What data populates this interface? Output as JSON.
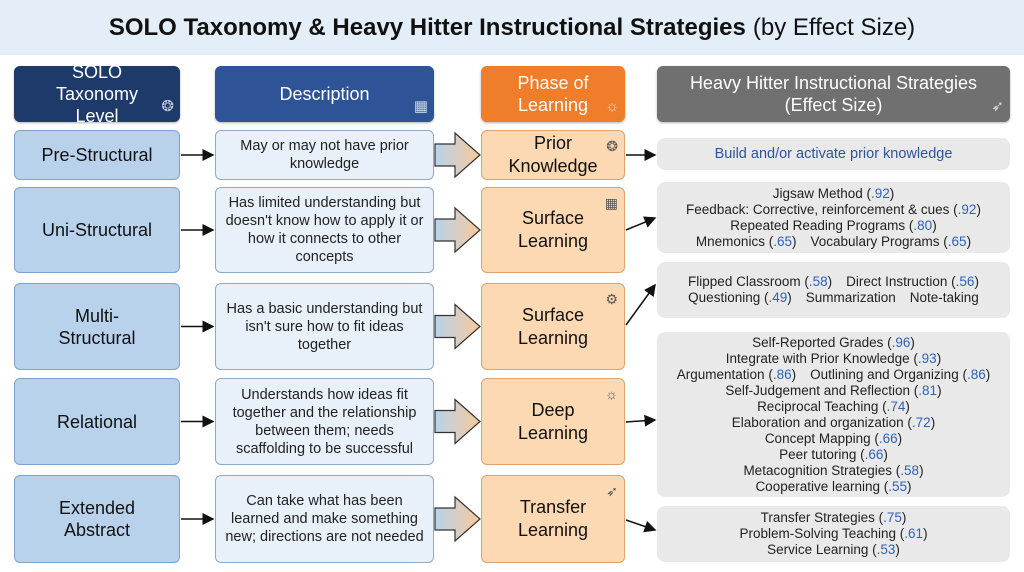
{
  "title": {
    "bold": "SOLO Taxonomy & Heavy Hitter Instructional Strategies",
    "normal": "(by Effect Size)"
  },
  "headers": {
    "level": "SOLO Taxonomy Level",
    "description": "Description",
    "phase": "Phase of Learning",
    "strategies": "Heavy Hitter Instructional Strategies (Effect Size)"
  },
  "rows": [
    {
      "level": "Pre-Structural",
      "description": "May or may not have prior knowledge",
      "phase": "Prior Knowledge",
      "icon": "brain-icon"
    },
    {
      "level": "Uni-Structural",
      "description": "Has limited understanding but doesn't know how to apply it or how it connects to other concepts",
      "phase": "Surface Learning",
      "icon": "puzzle-icon"
    },
    {
      "level": "Multi-Structural",
      "description": "Has a basic understanding but isn't sure how to fit ideas together",
      "phase": "Surface Learning",
      "icon": "gears-icon"
    },
    {
      "level": "Relational",
      "description": "Understands how ideas fit together and the relationship between them; needs scaffolding to be successful",
      "phase": "Deep Learning",
      "icon": "lightbulb-icon"
    },
    {
      "level": "Extended Abstract",
      "description": "Can take what has been learned and make something new; directions are not needed",
      "phase": "Transfer Learning",
      "icon": "rocket-icon"
    }
  ],
  "strategies": [
    {
      "single": "Build and/or activate prior knowledge"
    },
    {
      "lines": [
        [
          {
            "name": "Jigsaw Method (",
            "effect": ".92"
          }
        ],
        [
          {
            "name": "Feedback: Corrective, reinforcement & cues (",
            "effect": ".92"
          }
        ],
        [
          {
            "name": "Repeated Reading Programs (",
            "effect": ".80"
          }
        ],
        [
          {
            "name": "Mnemonics (",
            "effect": ".65"
          },
          {
            "name": "Vocabulary Programs (",
            "effect": ".65"
          }
        ]
      ]
    },
    {
      "lines": [
        [
          {
            "name": "Flipped Classroom (",
            "effect": ".58"
          },
          {
            "name": "Direct Instruction (",
            "effect": ".56"
          }
        ],
        [
          {
            "name": "Questioning (",
            "effect": ".49"
          },
          {
            "name": "Summarization"
          },
          {
            "name": "Note-taking"
          }
        ]
      ]
    },
    {
      "lines": [
        [
          {
            "name": "Self-Reported Grades (",
            "effect": ".96"
          }
        ],
        [
          {
            "name": "Integrate with Prior Knowledge (",
            "effect": ".93"
          }
        ],
        [
          {
            "name": "Argumentation (",
            "effect": ".86"
          },
          {
            "name": "Outlining and Organizing (",
            "effect": ".86"
          }
        ],
        [
          {
            "name": "Self-Judgement and Reflection (",
            "effect": ".81"
          }
        ],
        [
          {
            "name": "Reciprocal Teaching (",
            "effect": ".74"
          }
        ],
        [
          {
            "name": "Elaboration and organization (",
            "effect": ".72"
          }
        ],
        [
          {
            "name": "Concept Mapping (",
            "effect": ".66"
          }
        ],
        [
          {
            "name": "Peer tutoring (",
            "effect": ".66"
          }
        ],
        [
          {
            "name": "Metacognition Strategies (",
            "effect": ".58"
          }
        ],
        [
          {
            "name": "Cooperative learning (",
            "effect": ".55"
          }
        ]
      ]
    },
    {
      "lines": [
        [
          {
            "name": "Transfer Strategies (",
            "effect": ".75"
          }
        ],
        [
          {
            "name": "Problem-Solving Teaching (",
            "effect": ".61"
          }
        ],
        [
          {
            "name": "Service Learning (",
            "effect": ".53"
          }
        ]
      ]
    }
  ],
  "colors": {
    "level_header": "#1d3a6b",
    "description_header": "#2e5497",
    "phase_header": "#ef7d2a",
    "strategy_header": "#707070",
    "effect": "#2e63b8"
  }
}
